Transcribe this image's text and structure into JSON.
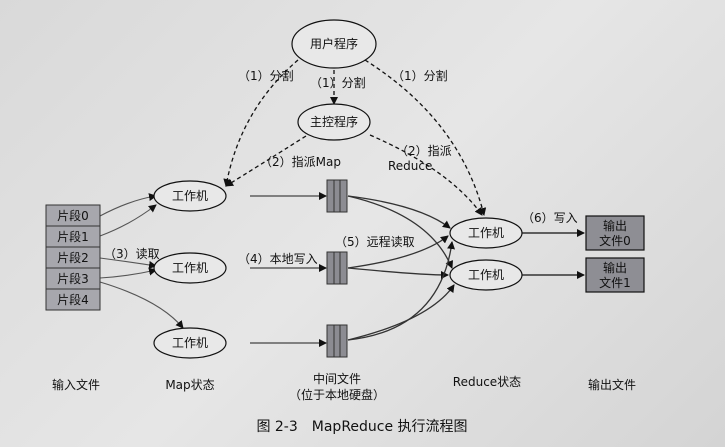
{
  "nodes": {
    "user_program": "用户程序",
    "master": "主控程序",
    "worker_map_1": "工作机",
    "worker_map_2": "工作机",
    "worker_map_3": "工作机",
    "worker_reduce_1": "工作机",
    "worker_reduce_2": "工作机",
    "output_0_line1": "输出",
    "output_0_line2": "文件0",
    "output_1_line1": "输出",
    "output_1_line2": "文件1"
  },
  "splits": [
    "片段0",
    "片段1",
    "片段2",
    "片段3",
    "片段4"
  ],
  "edge_labels": {
    "fork_left": "（1）分割",
    "fork_mid": "（1）分割",
    "fork_right": "（1）分割",
    "assign_map": "（2）指派Map",
    "assign_reduce_line1": "（2）指派",
    "assign_reduce_line2": "Reduce",
    "read": "（3）读取",
    "local_write": "（4）本地写入",
    "remote_read": "（5）远程读取",
    "write": "（6）写入"
  },
  "column_labels": {
    "input_files": "输入文件",
    "map_phase": "Map状态",
    "intermediate_line1": "中间文件",
    "intermediate_line2": "（位于本地硬盘）",
    "reduce_phase": "Reduce状态",
    "output_files": "输出文件"
  },
  "caption": "图 2-3　MapReduce 执行流程图"
}
